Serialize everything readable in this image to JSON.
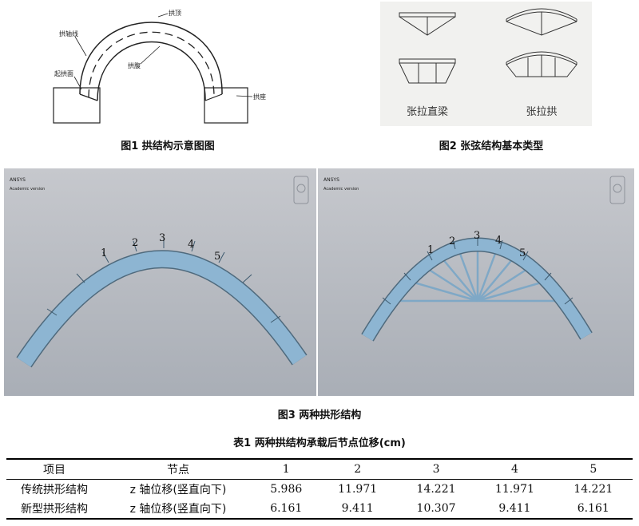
{
  "fig1": {
    "caption": "图1 拱结构示意图图",
    "labels": {
      "crown": "拱顶",
      "axis": "拱轴线",
      "intrados": "拱腹",
      "springing": "起拱面",
      "abutment": "拱座"
    }
  },
  "fig2": {
    "caption": "图2 张弦结构基本类型",
    "type_beam": "张拉直梁",
    "type_arch": "张拉拱"
  },
  "fig3": {
    "caption": "图3 两种拱形结构",
    "panel_left": {
      "header1": "ANSYS",
      "header2": "Academic version",
      "nodes": [
        "1",
        "2",
        "3",
        "4",
        "5"
      ]
    },
    "panel_right": {
      "header1": "ANSYS",
      "header2": "Academic version",
      "nodes": [
        "1",
        "2",
        "3",
        "4",
        "5"
      ]
    }
  },
  "table1": {
    "caption": "表1 两种拱结构承载后节点位移(cm)",
    "headers": [
      "项目",
      "节点",
      "1",
      "2",
      "3",
      "4",
      "5"
    ],
    "rows": [
      [
        "传统拱形结构",
        "z 轴位移(竖直向下)",
        "5.986",
        "11.971",
        "14.221",
        "11.971",
        "14.221"
      ],
      [
        "新型拱形结构",
        "z 轴位移(竖直向下)",
        "6.161",
        "9.411",
        "10.307",
        "9.411",
        "6.161"
      ]
    ]
  }
}
